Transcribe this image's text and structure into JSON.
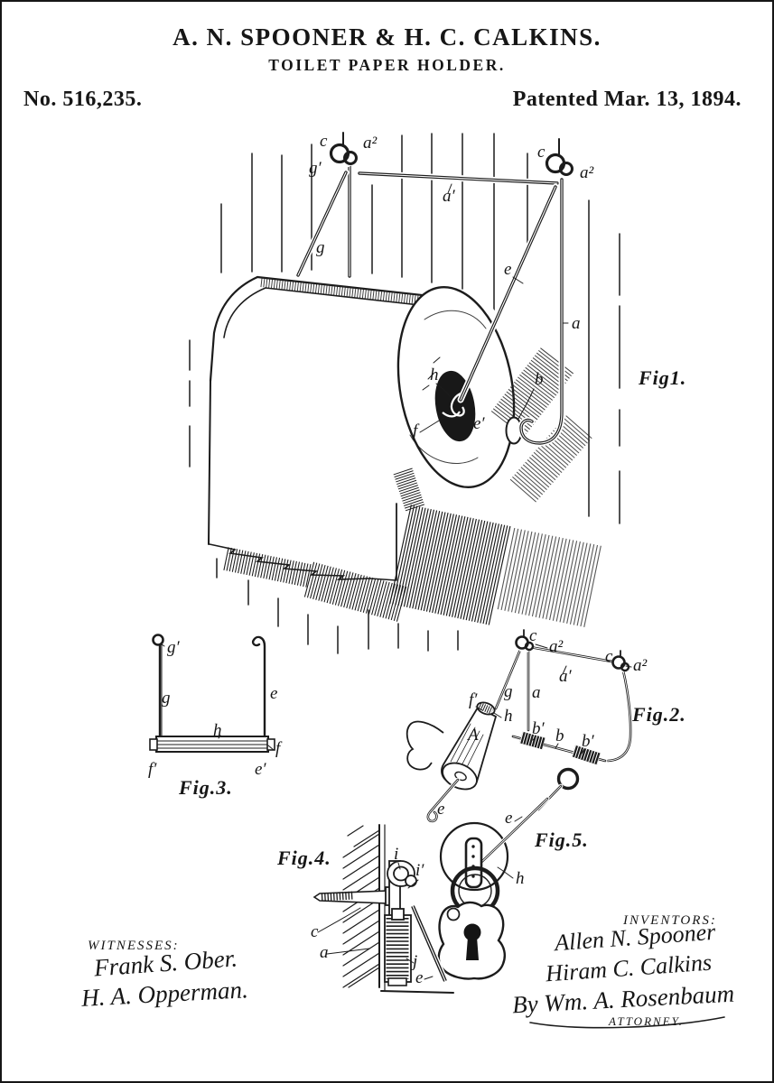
{
  "header": {
    "inventors_line": "A. N. SPOONER & H. C. CALKINS.",
    "doc_title": "TOILET PAPER HOLDER.",
    "patent_number": "No. 516,235.",
    "patent_date": "Patented Mar. 13, 1894."
  },
  "figures": {
    "fig1": {
      "label": "Fig1.",
      "parts": {
        "c_left": "c",
        "a2_left": "a²",
        "g_prime": "g′",
        "a_prime": "a′",
        "c_right": "c",
        "a2_right": "a²",
        "g": "g",
        "e": "e",
        "a": "a",
        "h": "h",
        "b": "b",
        "f": "f",
        "e_prime": "e′"
      }
    },
    "fig2": {
      "label": "Fig.2.",
      "parts": {
        "c_left": "c",
        "a2_left": "a²",
        "a_prime": "a′",
        "c_right": "c",
        "a2_right": "a²",
        "g": "g",
        "a": "a",
        "f_prime": "f′",
        "h": "h",
        "roll": "A",
        "b_prime_left": "b′",
        "b_mid": "b",
        "b_prime_right": "b′",
        "e": "e"
      }
    },
    "fig3": {
      "label": "Fig.3.",
      "parts": {
        "g_prime": "g′",
        "g": "g",
        "e": "e",
        "h": "h",
        "f": "f",
        "f_prime": "f′",
        "e_prime": "e′"
      }
    },
    "fig4": {
      "label": "Fig.4.",
      "parts": {
        "i": "i",
        "i_prime": "i′",
        "c": "c",
        "a": "a",
        "j": "j",
        "e": "e"
      }
    },
    "fig5": {
      "label": "Fig.5.",
      "parts": {
        "e": "e",
        "h": "h"
      }
    }
  },
  "signatures": {
    "witnesses_heading": "WITNESSES:",
    "witnesses": [
      "Frank S. Ober.",
      "H. A. Opperman."
    ],
    "inventors_heading": "INVENTORS:",
    "inventors": [
      "Allen N. Spooner",
      "Hiram C. Calkins"
    ],
    "by_line": "By Wm. A. Rosenbaum",
    "attorney_label": "ATTORNEY."
  }
}
